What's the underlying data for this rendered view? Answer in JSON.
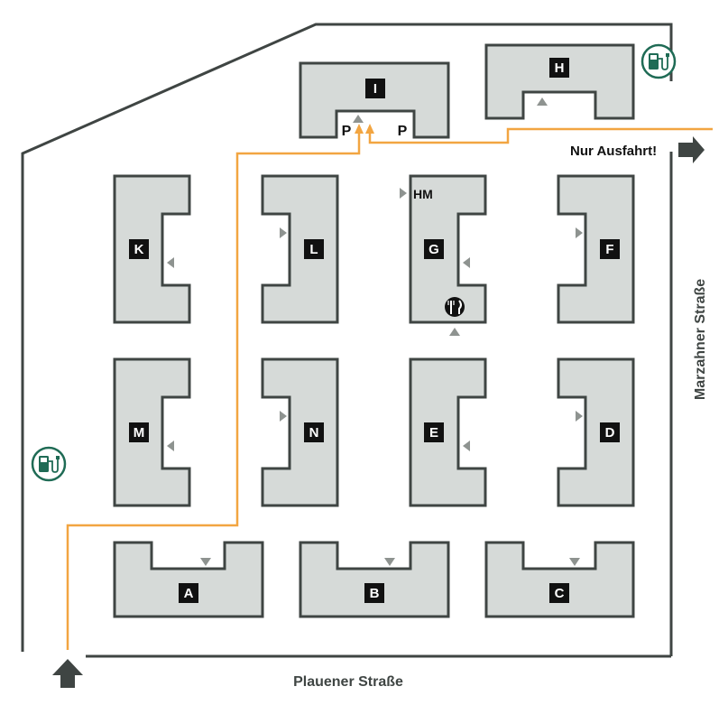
{
  "buildings": {
    "A": "A",
    "B": "B",
    "C": "C",
    "D": "D",
    "E": "E",
    "F": "F",
    "G": "G",
    "H": "H",
    "I": "I",
    "K": "K",
    "L": "L",
    "M": "M",
    "N": "N"
  },
  "parking_label": "P",
  "hm_label": "HM",
  "exit_label": "Nur Ausfahrt!",
  "streets": {
    "south": "Plauener Straße",
    "east": "Marzahner Straße"
  },
  "icons": {
    "ev_charging": "ev-charging-icon",
    "restaurant": "restaurant-icon",
    "entry_arrow": "entry-arrow-icon",
    "exit_arrow": "exit-arrow-icon"
  },
  "colors": {
    "building_fill": "#d6dad8",
    "outline": "#3f4543",
    "route": "#f2a541",
    "ev_green": "#1f6b55"
  }
}
